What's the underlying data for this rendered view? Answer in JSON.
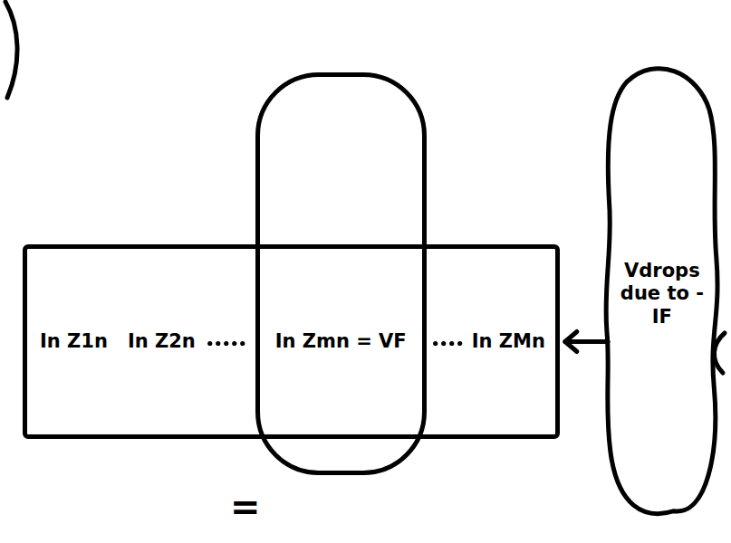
{
  "diagram": {
    "nodes": [
      {
        "text": [
          "In Z1n",
          "In Z2n",
          "In ZMn"
        ]
      },
      {
        "text": [
          "In Zmn = VF"
        ]
      },
      {
        "text": [
          "Vdrops due to -IF"
        ]
      }
    ],
    "edges": [
      {
        "from": 2,
        "to": 0,
        "arrow": "to"
      }
    ],
    "labels": [
      "="
    ]
  }
}
